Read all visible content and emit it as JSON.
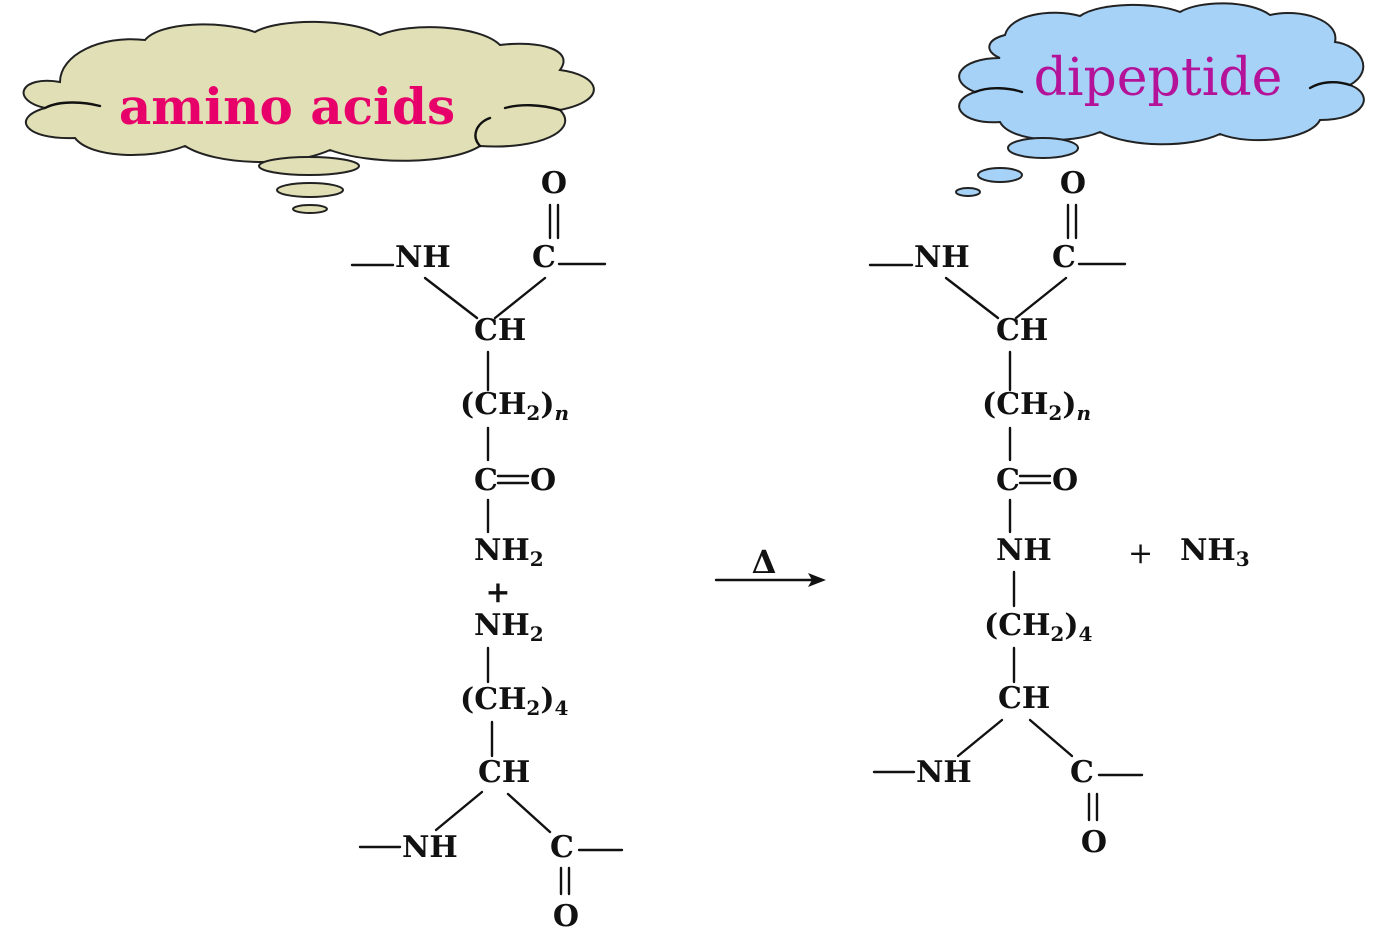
{
  "clouds": {
    "left": {
      "label": "amino acids",
      "fill": "#e1dfb5",
      "text_color": "#e8006a"
    },
    "right": {
      "label": "dipeptide",
      "fill": "#a6d2f7",
      "text_color": "#b5129a"
    }
  },
  "reactant": {
    "top_o": "O",
    "top_nh": "NH",
    "top_c": "C",
    "ch1": "CH",
    "ch2n_base": "(CH",
    "ch2n_sub": "2",
    "ch2n_close": ")",
    "ch2n_n": "n",
    "c_eq_o_c": "C",
    "c_eq_o_o": "O",
    "nh2a_base": "NH",
    "nh2a_sub": "2",
    "plus": "+",
    "nh2b_base": "NH",
    "nh2b_sub": "2",
    "ch24_base": "(CH",
    "ch24_sub1": "2",
    "ch24_close": ")",
    "ch24_sub2": "4",
    "ch2": "CH",
    "bot_nh": "NH",
    "bot_c": "C",
    "bot_o": "O"
  },
  "arrow": {
    "label": "Δ"
  },
  "product": {
    "top_o": "O",
    "top_nh": "NH",
    "top_c": "C",
    "ch1": "CH",
    "ch2n_base": "(CH",
    "ch2n_sub": "2",
    "ch2n_close": ")",
    "ch2n_n": "n",
    "c_eq_o_c": "C",
    "c_eq_o_o": "O",
    "nh": "NH",
    "ch24_base": "(CH",
    "ch24_sub1": "2",
    "ch24_close": ")",
    "ch24_sub2": "4",
    "ch2": "CH",
    "bot_nh": "NH",
    "bot_c": "C",
    "bot_o": "O"
  },
  "byproduct": {
    "plus": "+",
    "nh_base": "NH",
    "nh_sub": "3"
  }
}
